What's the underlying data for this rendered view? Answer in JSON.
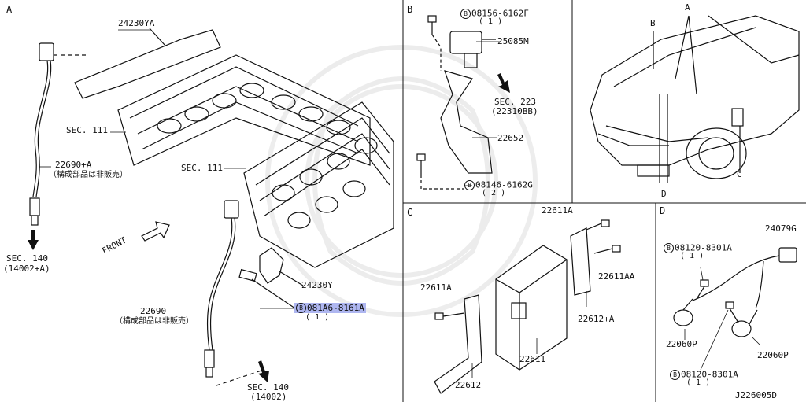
{
  "sections": {
    "a": "A",
    "b": "B",
    "c": "C",
    "d": "D"
  },
  "panel_a": {
    "part_24230YA": "24230YA",
    "sec111_upper": "SEC. 111",
    "sec111_lower": "SEC. 111",
    "part_22690A": "22690+A",
    "note_22690A": "（構成部品は非販売）",
    "sec140_left": "SEC. 140",
    "sec140_left_ref": "(14002+A)",
    "front_label": "FRONT",
    "part_24230Y": "24230Y",
    "bolt_081A6": "081A6-8161A",
    "bolt_081A6_qty": "( 1 )",
    "part_22690": "22690",
    "note_22690": "（構成部品は非販売）",
    "sec140_bottom": "SEC. 140",
    "sec140_bottom_ref": "(14002)"
  },
  "panel_b": {
    "bolt_08156": "08156-6162F",
    "bolt_08156_qty": "( 1 )",
    "part_25085M": "25085M",
    "sec223": "SEC. 223",
    "sec223_ref": "(22310BB)",
    "part_22652": "22652",
    "bolt_08146": "08146-6162G",
    "bolt_08146_qty": "( 2 )"
  },
  "panel_car": {
    "label_a": "A",
    "label_b": "B",
    "label_c": "C",
    "label_d": "D"
  },
  "panel_c": {
    "part_22611A_top": "22611A",
    "part_22611AA": "22611AA",
    "part_22611A_left": "22611A",
    "part_22612A": "22612+A",
    "part_22611": "22611",
    "part_22612": "22612"
  },
  "panel_d": {
    "part_24079G": "24079G",
    "bolt_08120_top": "08120-8301A",
    "bolt_08120_top_qty": "( 1 )",
    "part_22060P_left": "22060P",
    "part_22060P_right": "22060P",
    "bolt_08120_bottom": "08120-8301A",
    "bolt_08120_bottom_qty": "( 1 )",
    "diagram_id": "J226005D"
  },
  "circle_b_symbol": "B"
}
